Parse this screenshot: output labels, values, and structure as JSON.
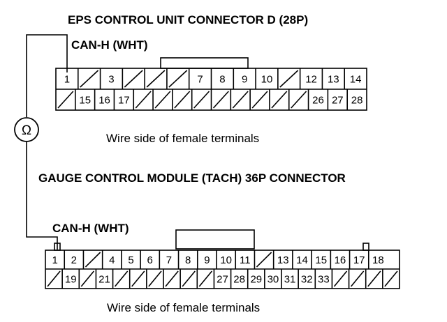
{
  "connector_d": {
    "title": "EPS CONTROL UNIT CONNECTOR D (28P)",
    "wire_label": "CAN-H (WHT)",
    "caption": "Wire side of female terminals",
    "top_row": [
      "1",
      "",
      "3",
      "",
      "",
      "",
      "7",
      "8",
      "9",
      "10",
      "",
      "12",
      "13",
      "14"
    ],
    "bottom_row": [
      "",
      "15",
      "16",
      "17",
      "",
      "",
      "",
      "",
      "",
      "",
      "",
      "",
      "",
      "26",
      "27",
      "28"
    ]
  },
  "gauge_module": {
    "title": "GAUGE CONTROL MODULE (TACH) 36P CONNECTOR",
    "wire_label": "CAN-H (WHT)",
    "caption": "Wire side of female terminals",
    "top_row": [
      "1",
      "2",
      "",
      "4",
      "5",
      "6",
      "7",
      "8",
      "9",
      "10",
      "11",
      "",
      "13",
      "14",
      "15",
      "16",
      "17",
      "18"
    ],
    "bottom_row": [
      "",
      "19",
      "",
      "21",
      "",
      "",
      "",
      "",
      "",
      "",
      "27",
      "28",
      "29",
      "30",
      "31",
      "32",
      "33",
      "",
      "",
      "",
      ""
    ]
  },
  "meter": {
    "symbol": "Ω",
    "icon": "ohmmeter-icon"
  }
}
